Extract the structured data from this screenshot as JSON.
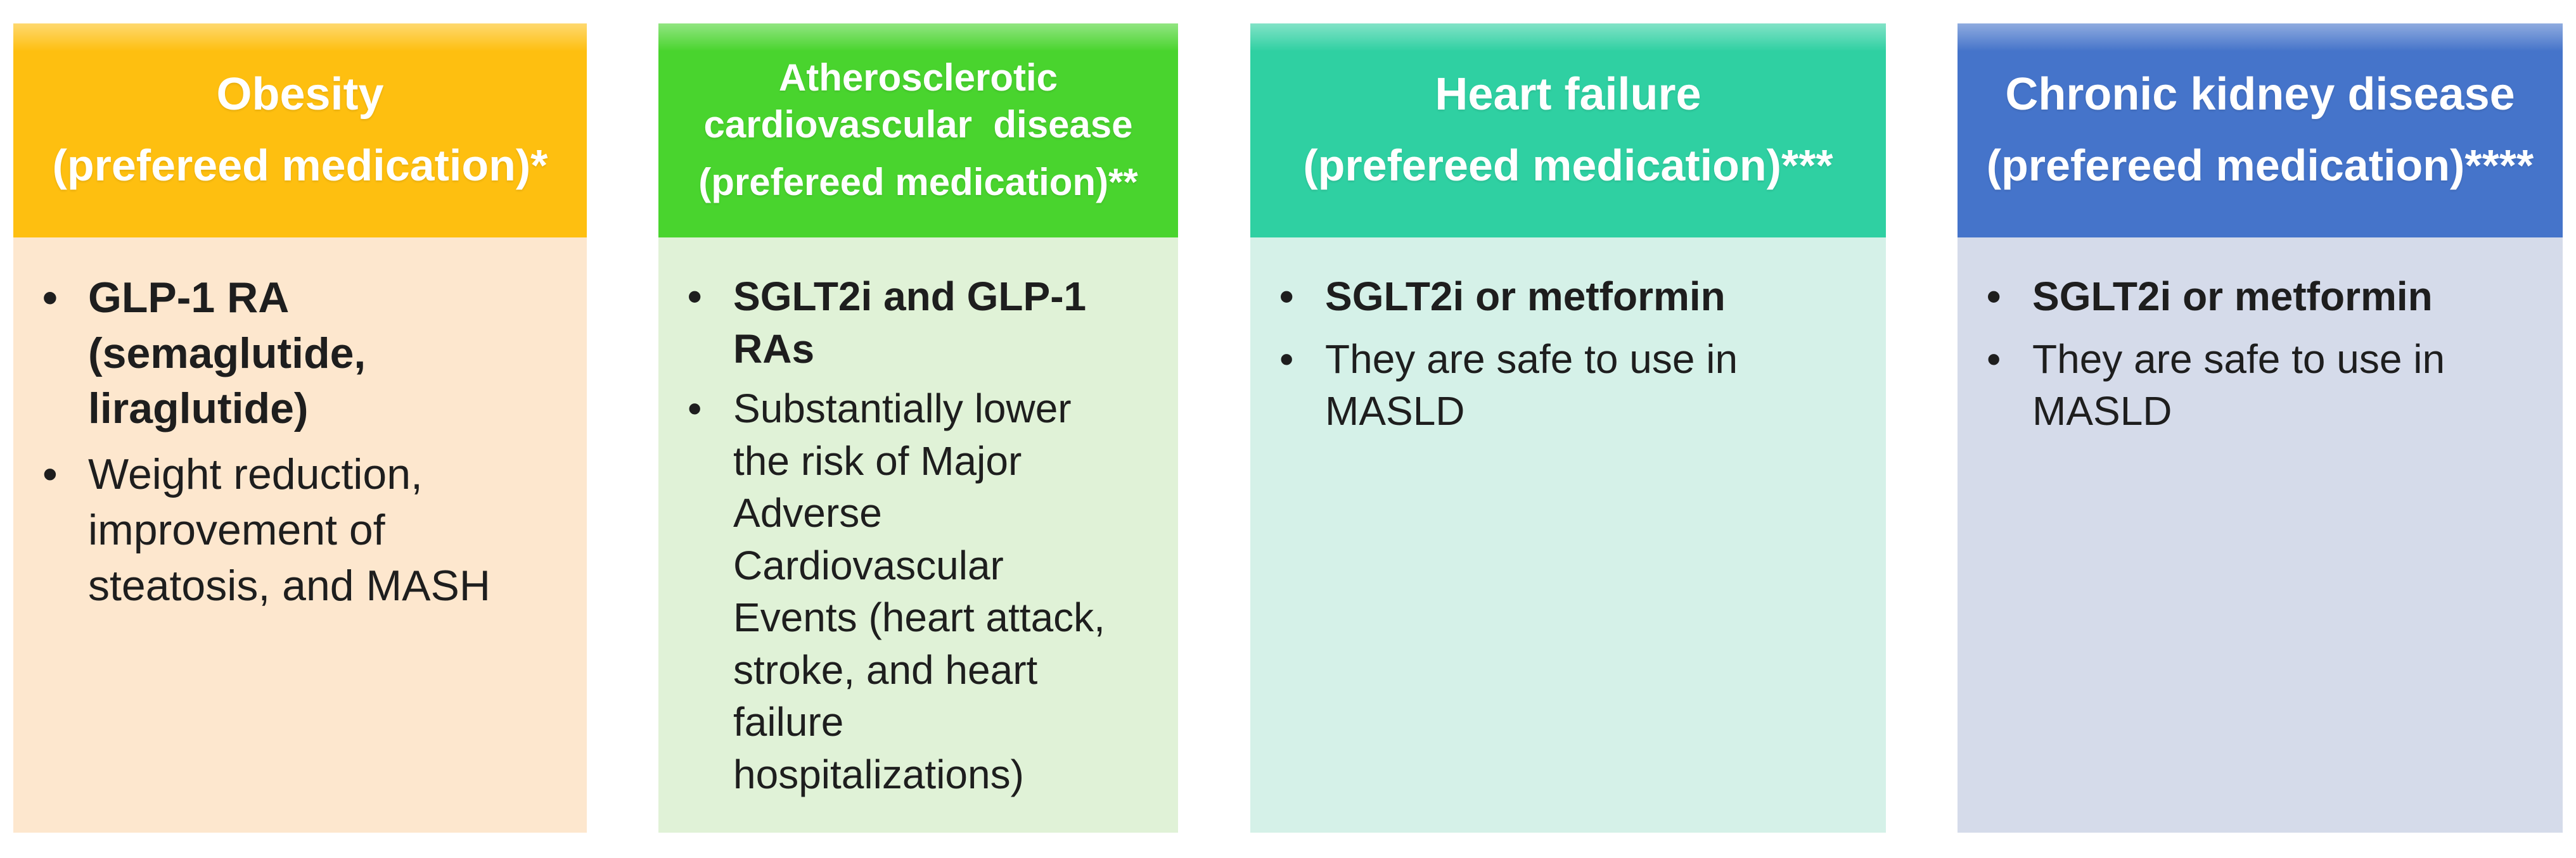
{
  "figure": {
    "bullet_char": "•",
    "columns": [
      {
        "id": "obesity",
        "title": "Obesity",
        "subtitle": "(prefereed medication)*",
        "header_color": "#FEBF10",
        "body_color": "#FDE7CE",
        "bullets": [
          {
            "text": "GLP-1 RA\n(semaglutide,\nliraglutide)",
            "bold": true
          },
          {
            "text": "Weight reduction,\nimprovement of\nsteatosis, and MASH",
            "bold": false
          }
        ]
      },
      {
        "id": "ascvd",
        "title": "Atherosclerotic\ncardiovascular  disease",
        "subtitle": "(prefereed medication)**",
        "header_color": "#49D42E",
        "body_color": "#E0F2D7",
        "bullets": [
          {
            "text": "SGLT2i and GLP-1\nRAs",
            "bold": true
          },
          {
            "text": "Substantially lower\nthe risk of Major\nAdverse\nCardiovascular\nEvents (heart attack,\nstroke, and heart\nfailure\nhospitalizations)",
            "bold": false
          }
        ]
      },
      {
        "id": "heart-failure",
        "title": "Heart failure",
        "subtitle": "(prefereed medication)***",
        "header_color": "#2FD0A2",
        "body_color": "#D5F1E8",
        "bullets": [
          {
            "text": "SGLT2i or metformin",
            "bold": true
          },
          {
            "text": "They are safe to use in\nMASLD",
            "bold": false
          }
        ]
      },
      {
        "id": "ckd",
        "title": "Chronic kidney disease",
        "subtitle": "(prefereed medication)****",
        "header_color": "#4574CA",
        "body_color": "#D5DBEA",
        "bullets": [
          {
            "text": "SGLT2i or metformin",
            "bold": true
          },
          {
            "text": "They are safe to use in\nMASLD",
            "bold": false
          }
        ]
      }
    ]
  }
}
